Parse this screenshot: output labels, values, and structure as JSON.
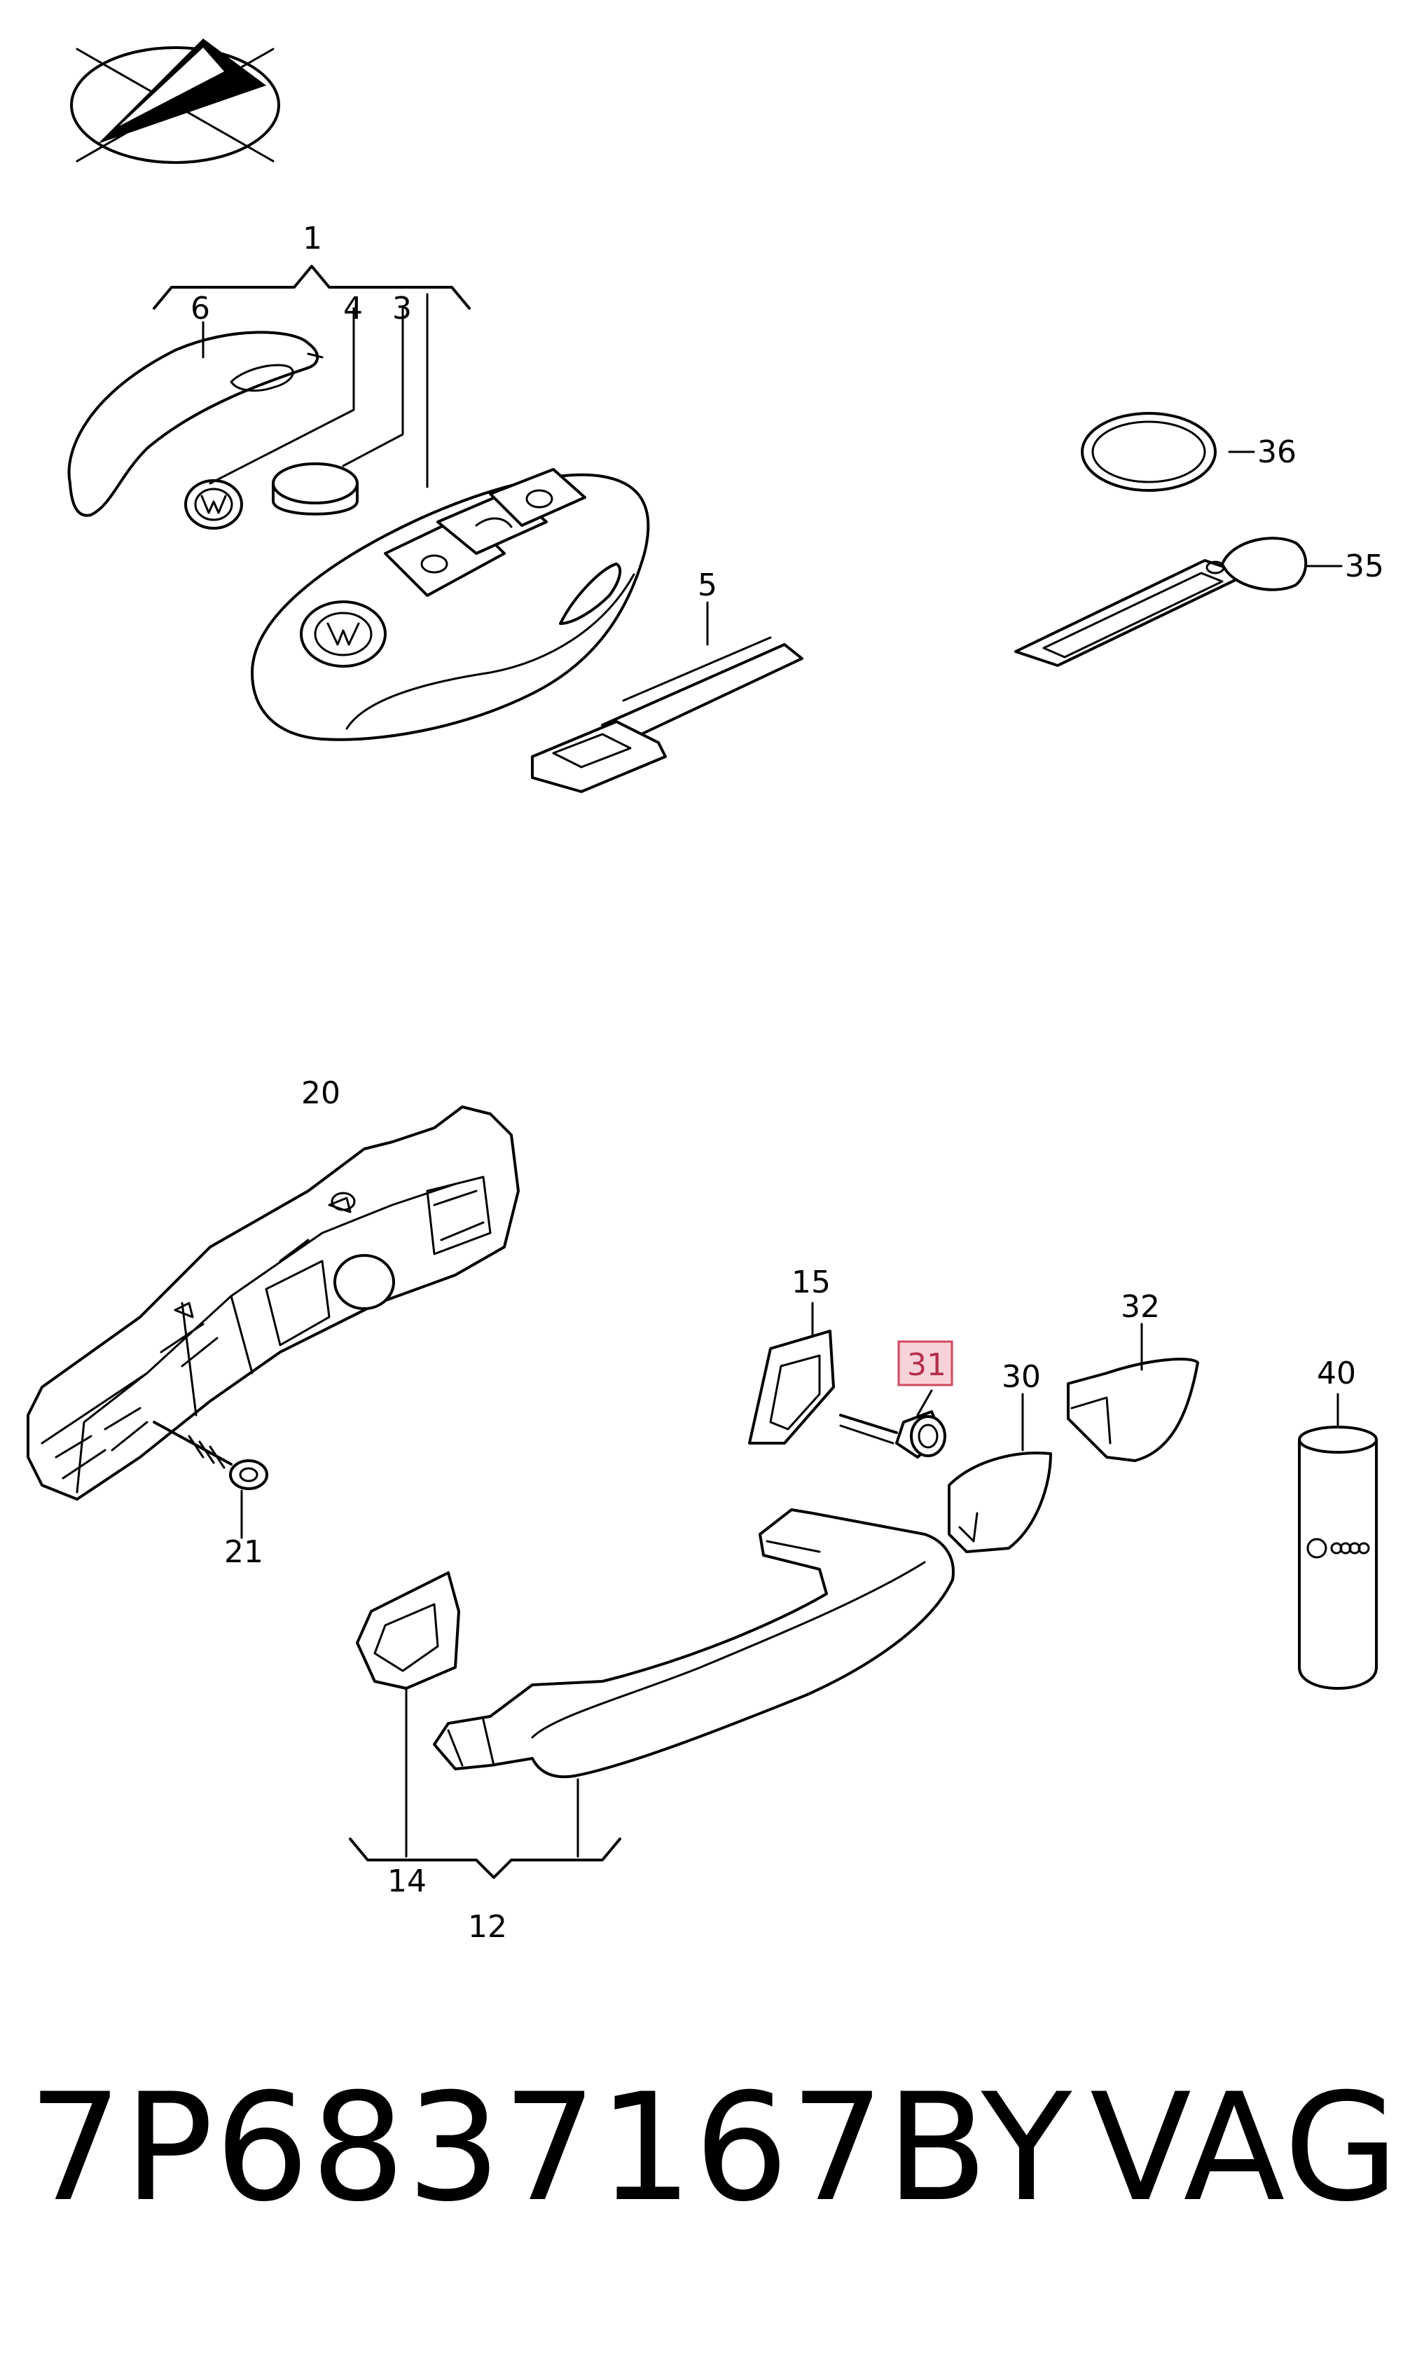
{
  "diagram": {
    "callouts": {
      "c1": "1",
      "c3": "3",
      "c4": "4",
      "c5": "5",
      "c6": "6",
      "c12": "12",
      "c14": "14",
      "c15": "15",
      "c20": "20",
      "c21": "21",
      "c30": "30",
      "c31": "31",
      "c32": "32",
      "c35": "35",
      "c36": "36",
      "c40": "40"
    },
    "highlighted_callout": "31",
    "highlight_color": "#f7d3d9",
    "highlight_border_color": "#d0485d"
  },
  "footer": {
    "part_number": "7P6837167BY",
    "brand": "VAG"
  },
  "icons": {
    "logo": "compass-logo-icon",
    "emblem": "vw-emblem-icon",
    "rings": "audi-rings-icon"
  }
}
